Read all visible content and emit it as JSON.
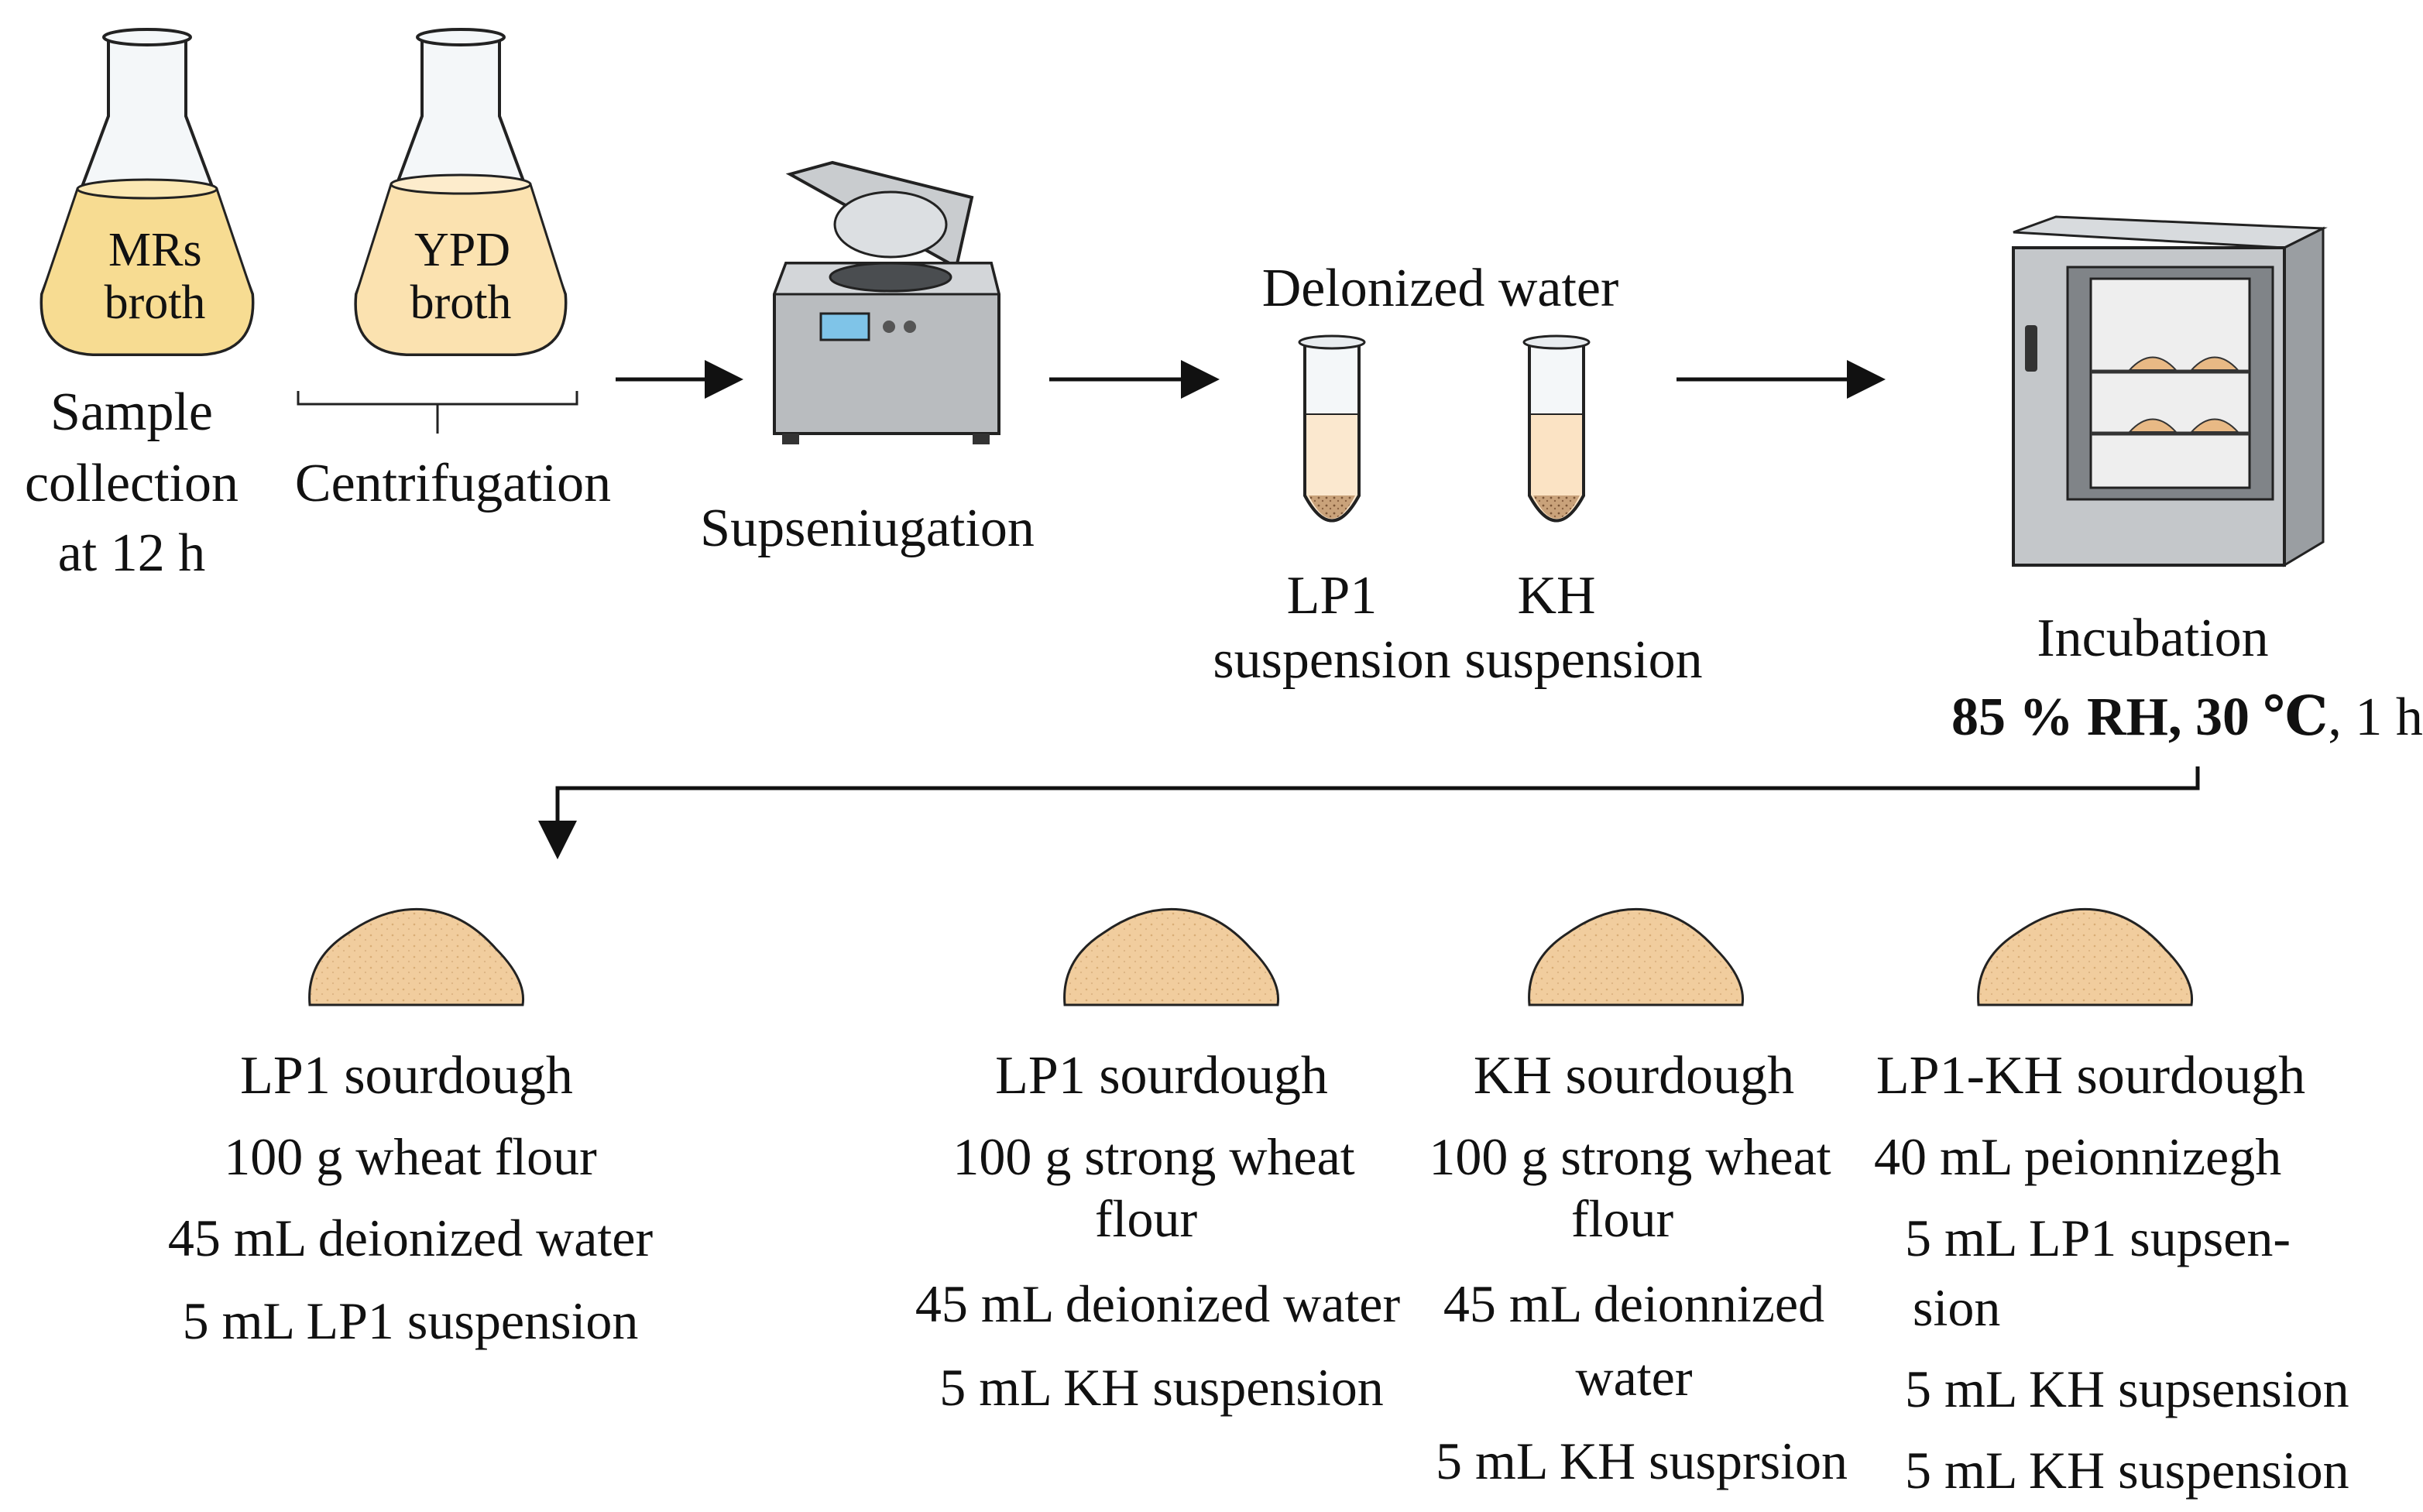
{
  "flasks": [
    {
      "line1": "MRs",
      "line2": "broth"
    },
    {
      "line1": "YPD",
      "line2": "broth"
    }
  ],
  "steps": {
    "sample": [
      "Sample",
      "collection",
      "at 12 h"
    ],
    "centrifugation": "Centrifugation",
    "supseniugation": "Supseniugation",
    "water_title": "Delonized water",
    "tube_lp1": [
      "LP1",
      "suspension"
    ],
    "tube_kh": [
      "KH",
      "suspension"
    ],
    "incubation": "Incubation",
    "incubation_cond_bold": "85 % RH, 30 ℃",
    "incubation_cond_rest": ", 1 h"
  },
  "sourdoughs": [
    {
      "title": "LP1 sourdough",
      "lines": [
        "100 g wheat flour",
        "45 mL deionized water",
        "5 mL LP1 suspension"
      ]
    },
    {
      "title": "LP1 sourdough",
      "lines": [
        "100 g strong wheat",
        "flour",
        "45 mL deionized water",
        "5 mL KH suspension"
      ]
    },
    {
      "title": "KH sourdough",
      "lines": [
        "100 g strong wheat",
        "flour",
        "45 mL deionnized",
        "water",
        "5 mL KH susprsion"
      ]
    },
    {
      "title": "LP1-KH sourdough",
      "lines": [
        "40 mL peionnizegh",
        "5 mL LP1 supsen-",
        "sion",
        "5 mL KH supsension",
        "5 mL KH suspension"
      ]
    }
  ],
  "colors": {
    "broth": "#f7dc92",
    "dough": "#f1cd9e",
    "machine": "#b9bcbf",
    "stroke": "#222222"
  }
}
